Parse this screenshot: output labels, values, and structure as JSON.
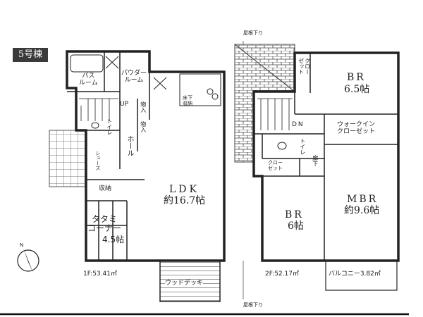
{
  "building_label": "5号棟",
  "floor1": {
    "rooms": {
      "bath": "バス\nルーム",
      "powder": "パウダー\nルーム",
      "up": "UP",
      "storage1": "物入",
      "storage2": "物入",
      "toilet": "トイレ",
      "hall": "ホール",
      "underfloor": "床下\n収納",
      "ldk_name": "LDK",
      "ldk_size": "約16.7帖",
      "shuno": "収納",
      "tatami_name": "タタミ\nコーナー",
      "tatami_size": "4.5帖",
      "wood_deck": "ウッドデッキ",
      "shoes": "シューズ"
    },
    "area": "1F:53.41㎡"
  },
  "floor2": {
    "rooms": {
      "roof_top": "屋根下り",
      "closet_top": "クロー\nゼット",
      "br1_name": "BR",
      "br1_size": "6.5帖",
      "dn": "DN",
      "wic": "ウォークイン\nクローゼット",
      "toilet": "トイレ",
      "corridor": "廊下",
      "closet_mid": "クロー\nゼット",
      "br2_name": "BR",
      "br2_size": "6帖",
      "mbr_name": "MBR",
      "mbr_size": "約9.6帖",
      "roof_bottom": "屋根下り"
    },
    "area": "2F:52.17㎡",
    "balcony": "バルコニー3.82㎡"
  },
  "compass": "N"
}
